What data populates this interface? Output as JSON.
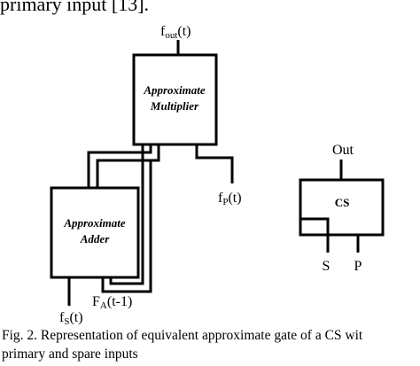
{
  "top_text": "primary input [13].",
  "diagram": {
    "multiplier": {
      "line1": "Approximate",
      "line2": "Multiplier"
    },
    "adder": {
      "line1": "Approximate",
      "line2": "Adder"
    },
    "cs_box": {
      "name": "CS"
    },
    "labels": {
      "f_out": {
        "base": "f",
        "sub": "out",
        "tail": "(t)"
      },
      "f_p": {
        "base": "f",
        "sub": "P",
        "tail": "(t)"
      },
      "f_s": {
        "base": "f",
        "sub": "S",
        "tail": "(t)"
      },
      "F_a": {
        "base": "F",
        "sub": "A",
        "tail": "(t-1)"
      },
      "cs_out": "Out",
      "cs_s": "S",
      "cs_p": "P"
    }
  },
  "caption": {
    "line1": "Fig. 2.   Representation of equivalent approximate gate of a CS wit",
    "line2": "primary and spare inputs"
  }
}
